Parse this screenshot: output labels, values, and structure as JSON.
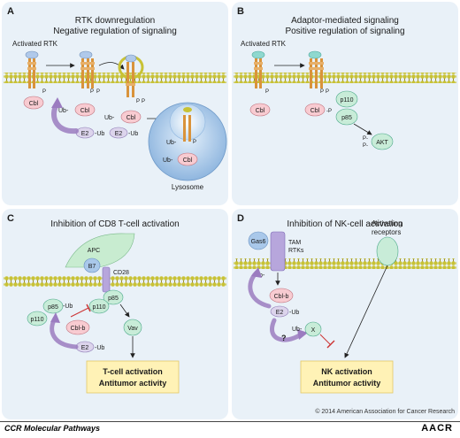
{
  "panelA": {
    "letter": "A",
    "title1": "RTK downregulation",
    "title2": "Negative regulation of signaling",
    "receptor": "Activated RTK",
    "cbl": "Cbl",
    "ub": "Ub",
    "e2": "E2",
    "p": "P",
    "lysosome": "Lysosome"
  },
  "panelB": {
    "letter": "B",
    "title1": "Adaptor-mediated signaling",
    "title2": "Positive regulation of signaling",
    "receptor": "Activated RTK",
    "cbl": "Cbl",
    "p110": "p110",
    "p85": "p85",
    "akt": "AKT",
    "p": "P"
  },
  "panelC": {
    "letter": "C",
    "title": "Inhibition of CD8 T-cell activation",
    "apc": "APC",
    "b7": "B7",
    "cd28": "CD28",
    "p85": "p85",
    "p110": "p110",
    "ub": "Ub",
    "cblb": "Cbl-b",
    "e2": "E2",
    "vav": "Vav",
    "outcome1": "T-cell activation",
    "outcome2": "Antitumor activity"
  },
  "panelD": {
    "letter": "D",
    "title": "Inhibition of NK-cell activation",
    "gas6": "Gas6",
    "tam1": "TAM",
    "tam2": "RTKs",
    "activating1": "Activating",
    "activating2": "receptors",
    "ub": "Ub",
    "cblb": "Cbl-b",
    "e2": "E2",
    "x": "X",
    "q": "?",
    "outcome1": "NK activation",
    "outcome2": "Antitumor activity"
  },
  "copyright": "© 2014 American Association for Cancer Research",
  "journal": "CCR Molecular Pathways",
  "logo": "AACR",
  "colors": {
    "membrane_head": "#c8c235",
    "panel_bg": "#e9f1f8",
    "cbl_fill": "#f8cbd1",
    "e2_fill": "#dcd4ec",
    "pi3k_fill": "#c8ecd8",
    "outcome_fill": "#fff2b6",
    "arrow_purple": "#9b7cc0"
  }
}
